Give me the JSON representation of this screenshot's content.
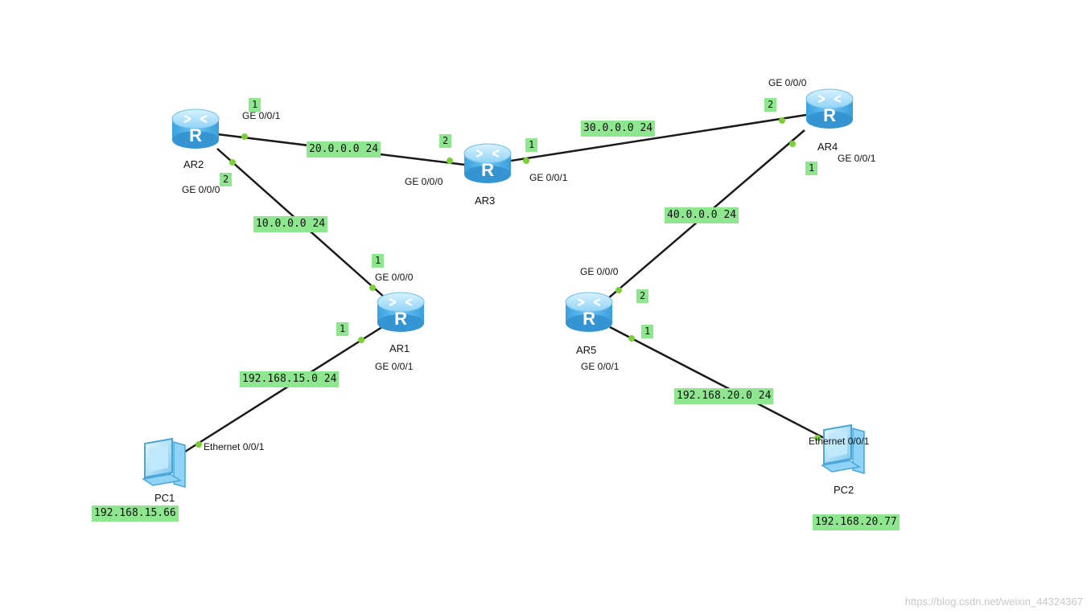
{
  "devices": {
    "ar1": "AR1",
    "ar2": "AR2",
    "ar3": "AR3",
    "ar4": "AR4",
    "ar5": "AR5",
    "pc1": "PC1",
    "pc2": "PC2"
  },
  "networks": {
    "ar2_ar3": "20.0.0.0 24",
    "ar3_ar4": "30.0.0.0 24",
    "ar2_ar1": "10.0.0.0 24",
    "ar4_ar5": "40.0.0.0 24",
    "ar1_pc1": "192.168.15.0 24",
    "ar5_pc2": "192.168.20.0 24"
  },
  "hosts": {
    "pc1_ip": "192.168.15.66",
    "pc2_ip": "192.168.20.77"
  },
  "ports": {
    "ar2_g001": "GE 0/0/1",
    "ar2_g000": "GE 0/0/0",
    "ar3_g000": "GE 0/0/0",
    "ar3_g001": "GE 0/0/1",
    "ar4_g000": "GE 0/0/0",
    "ar4_g001": "GE 0/0/1",
    "ar1_g000": "GE 0/0/0",
    "ar1_g001": "GE 0/0/1",
    "ar5_g000": "GE 0/0/0",
    "ar5_g001": "GE 0/0/1",
    "pc1_eth": "Ethernet 0/0/1",
    "pc2_eth": "Ethernet 0/0/1"
  },
  "markers": {
    "ar2_g001": "1",
    "ar2_g000": "2",
    "ar3_g000": "2",
    "ar3_g001": "1",
    "ar4_g000": "2",
    "ar4_g001": "1",
    "ar1_g000": "1",
    "ar1_g001": "1",
    "ar5_g000": "2",
    "ar5_g001": "1"
  },
  "colors": {
    "link": "#1a1a1a",
    "port_dot": "#7dcf3a",
    "tag_bg": "#8ee68e",
    "router_body": "#4fb0e8"
  },
  "watermark": "https://blog.csdn.net/weixin_44324367"
}
